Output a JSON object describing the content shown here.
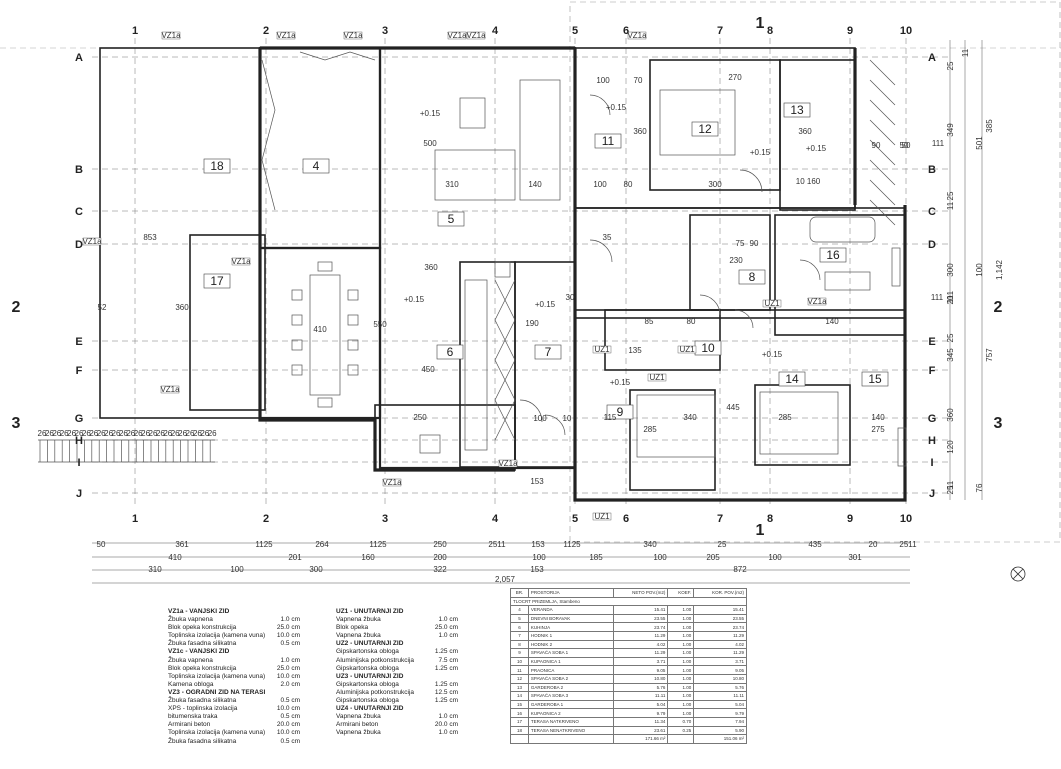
{
  "axes": {
    "columns": [
      "1",
      "2",
      "3",
      "4",
      "5",
      "6",
      "7",
      "8",
      "9",
      "10"
    ],
    "rows": [
      "A",
      "B",
      "C",
      "D",
      "E",
      "F",
      "G",
      "H",
      "I",
      "J"
    ],
    "sections": [
      "1",
      "2",
      "3"
    ]
  },
  "rooms": [
    "18",
    "4",
    "5",
    "17",
    "6",
    "7",
    "11",
    "12",
    "13",
    "8",
    "16",
    "10",
    "9",
    "14",
    "15"
  ],
  "levels": [
    "+0.15",
    "+0.15",
    "+0.15",
    "+0.15",
    "+0.15",
    "+0.15",
    "+0.15",
    "+0.15"
  ],
  "inner_dims": [
    "100",
    "70",
    "270",
    "500",
    "310",
    "140",
    "100",
    "80",
    "300",
    "10 160",
    "50",
    "410",
    "550",
    "450",
    "250",
    "190",
    "135",
    "85",
    "80",
    "75",
    "90",
    "230",
    "140",
    "285",
    "340",
    "285",
    "275",
    "140",
    "360",
    "360",
    "360",
    "445",
    "153",
    "100",
    "853",
    "52",
    "360",
    "35",
    "115",
    "10",
    "30"
  ],
  "wall_tags": [
    "VZ1a",
    "VZ1a",
    "VZ1a",
    "VZ1a",
    "VZ1a",
    "VZ1a",
    "VZ1a",
    "VZ1a",
    "VZ1a",
    "UZ1",
    "UZ1",
    "UZ1",
    "UZ1",
    "UZ1",
    "VZ1a",
    "VZ1a",
    "VZ1a"
  ],
  "terrace_dims": [
    "26",
    "26",
    "26",
    "26",
    "26",
    "26",
    "26",
    "26",
    "26",
    "26",
    "26",
    "26",
    "26",
    "26",
    "26",
    "26",
    "26",
    "26",
    "26",
    "26",
    "26",
    "26",
    "26",
    "26"
  ],
  "bottom_dims": {
    "row1": [
      "50",
      "361",
      "1125",
      "264",
      "1125",
      "250",
      "2511",
      "153",
      "1125",
      "340",
      "25",
      "435",
      "20",
      "2511"
    ],
    "row2": [
      "410",
      "201",
      "160",
      "200",
      "100",
      "185",
      "100",
      "205",
      "100",
      "301"
    ],
    "row3": [
      "310",
      "100",
      "300",
      "322",
      "153",
      "872"
    ],
    "total": "2,057"
  },
  "right_dims": {
    "col1": [
      "25",
      "349",
      "25",
      "11",
      "300",
      "111",
      "20",
      "345",
      "25",
      "360",
      "120",
      "11",
      "25"
    ],
    "col2": [
      "11",
      "501",
      "385",
      "100",
      "1,142",
      "757",
      "76"
    ],
    "mid": [
      "111",
      "111",
      "90",
      "50"
    ]
  },
  "legend_left": {
    "groups": [
      {
        "title": "VZ1a - VANJSKI ZID",
        "rows": [
          [
            "Žbuka vapnena",
            "1.0 cm"
          ],
          [
            "Blok opeka konstrukcija",
            "25.0 cm"
          ],
          [
            "Toplinska izolacija (kamena vuna)",
            "10.0 cm"
          ],
          [
            "Žbuka fasadna silikatna",
            "0.5 cm"
          ]
        ]
      },
      {
        "title": "VZ1c - VANJSKI ZID",
        "rows": [
          [
            "Žbuka vapnena",
            "1.0 cm"
          ],
          [
            "Blok opeka konstrukcija",
            "25.0 cm"
          ],
          [
            "Toplinska izolacija (kamena vuna)",
            "10.0 cm"
          ],
          [
            "Kamena obloga",
            "2.0 cm"
          ]
        ]
      },
      {
        "title": "VZ3 - OGRADNI ZID NA TERASI",
        "rows": [
          [
            "Žbuka fasadna silikatna",
            "0.5 cm"
          ],
          [
            "XPS - toplinska izolacija",
            "10.0 cm"
          ],
          [
            "bitumenska traka",
            "0.5 cm"
          ],
          [
            "Armirani beton",
            "20.0 cm"
          ],
          [
            "Toplinska izolacija (kamena vuna)",
            "10.0 cm"
          ],
          [
            "Žbuka fasadna silikatna",
            "0.5 cm"
          ]
        ]
      }
    ]
  },
  "legend_right": {
    "groups": [
      {
        "title": "UZ1 - UNUTARNJI ZID",
        "rows": [
          [
            "Vapnena žbuka",
            "1.0 cm"
          ],
          [
            "Blok opeka",
            "25.0 cm"
          ],
          [
            "Vapnena žbuka",
            "1.0 cm"
          ]
        ]
      },
      {
        "title": "UZ2 - UNUTARNJI ZID",
        "rows": [
          [
            "Gipskartonska obloga",
            "1.25 cm"
          ],
          [
            "Aluminijska potkonstrukcija",
            "7.5 cm"
          ],
          [
            "Gipskartonska obloga",
            "1.25 cm"
          ]
        ]
      },
      {
        "title": "UZ3 - UNUTARNJI ZID",
        "rows": [
          [
            "Gipskartonska obloga",
            "1.25 cm"
          ],
          [
            "Aluminijska potkonstrukcija",
            "12.5 cm"
          ],
          [
            "Gipskartonska obloga",
            "1.25 cm"
          ]
        ]
      },
      {
        "title": "UZ4 - UNUTARNJI ZID",
        "rows": [
          [
            "Vapnena žbuka",
            "1.0 cm"
          ],
          [
            "Armirani beton",
            "20.0 cm"
          ],
          [
            "Vapnena žbuka",
            "1.0 cm"
          ]
        ]
      }
    ]
  },
  "room_table": {
    "headers": [
      "BR.",
      "PROSTORIJA",
      "NETO POV.(m2)",
      "KOEF.",
      "KOR. POV.(m2)"
    ],
    "section": "TLOCRT PRIZEMLJA, Stambeno",
    "rows": [
      [
        "4",
        "VERANDA",
        "15.41",
        "1.00",
        "15.41"
      ],
      [
        "5",
        "DNEVNI BORAVAK",
        "23.55",
        "1.00",
        "23.55"
      ],
      [
        "6",
        "KUHINJA",
        "23.74",
        "1.00",
        "23.74"
      ],
      [
        "7",
        "HODNIK 1",
        "11.29",
        "1.00",
        "11.29"
      ],
      [
        "8",
        "HODNIK 2",
        "4.02",
        "1.00",
        "4.02"
      ],
      [
        "9",
        "SPAVAĆA SOBA 1",
        "11.29",
        "1.00",
        "11.29"
      ],
      [
        "10",
        "KUPAONICA 1",
        "3.71",
        "1.00",
        "3.71"
      ],
      [
        "11",
        "PRAONICA",
        "9.05",
        "1.00",
        "9.05"
      ],
      [
        "12",
        "SPAVAĆA SOBA 2",
        "10.80",
        "1.00",
        "10.80"
      ],
      [
        "13",
        "GARDEROBA 2",
        "5.76",
        "1.00",
        "5.76"
      ],
      [
        "14",
        "SPAVAĆA SOBA 3",
        "11.11",
        "1.00",
        "11.11"
      ],
      [
        "15",
        "GARDEROBA 1",
        "5.04",
        "1.00",
        "5.04"
      ],
      [
        "16",
        "KUPAONICA 2",
        "9.79",
        "1.00",
        "9.79"
      ],
      [
        "17",
        "TERASA NATKRIVENO",
        "11.34",
        "0.70",
        "7.94"
      ],
      [
        "18",
        "TERASA NENATKRIVENO",
        "23.61",
        "0.25",
        "5.90"
      ]
    ],
    "total_net": "171.66 m²",
    "total_useful": "151.06 m²"
  },
  "colors": {
    "line": "#333333",
    "grid": "#888888",
    "paper": "#ffffff"
  }
}
